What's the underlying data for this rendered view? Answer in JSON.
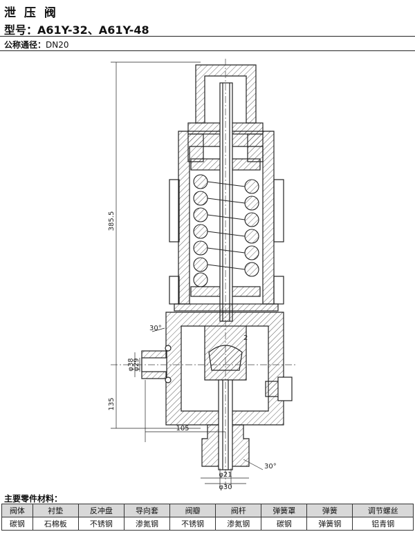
{
  "header": {
    "title": "泄 压 阀",
    "model_label": "型号：",
    "model_value": "A61Y-32、A61Y-48",
    "dn_label": "公称通径：",
    "dn_value": "DN20"
  },
  "drawing": {
    "dims": {
      "height_total": "385.5",
      "height_lower": "135",
      "offset_horizontal": "105",
      "d38": "φ38",
      "d29": "φ29",
      "d21": "φ21",
      "d30": "φ30",
      "angle_left": "30°",
      "angle_right": "30°",
      "lift": "2"
    }
  },
  "materials": {
    "title": "主要零件材料：",
    "parts": [
      "阀体",
      "衬垫",
      "反冲盘",
      "导向套",
      "阀瓣",
      "阀杆",
      "弹簧罩",
      "弹簧",
      "调节螺丝"
    ],
    "materials": [
      "碳钢",
      "石棉板",
      "不锈钢",
      "渗氮钢",
      "不锈钢",
      "渗氮钢",
      "碳钢",
      "弹簧钢",
      "铝青钢"
    ]
  }
}
